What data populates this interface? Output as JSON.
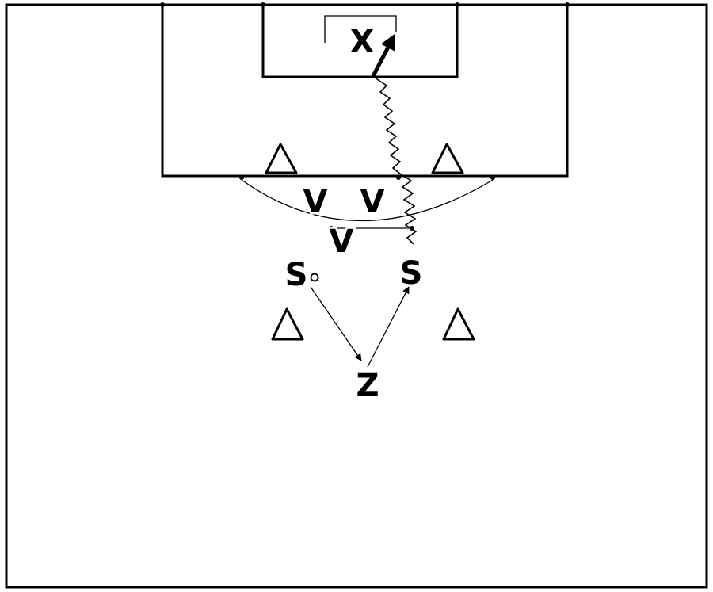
{
  "diagram": {
    "labels": {
      "x": "X",
      "v1": "V",
      "v2": "V",
      "v3": "V",
      "s_left": "S",
      "s_right": "S",
      "z": "Z"
    },
    "pitch_color": "#ffffff",
    "line_color": "#000000",
    "cone_count": 4,
    "defender_count": 3
  }
}
